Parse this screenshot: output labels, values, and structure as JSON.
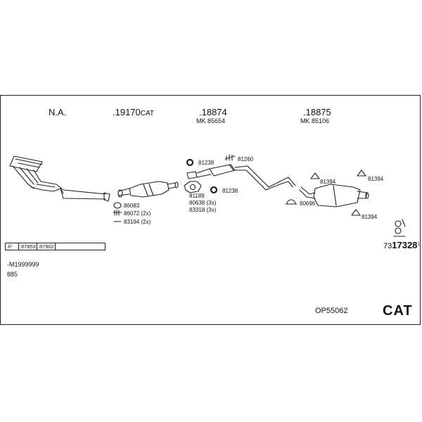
{
  "headers": [
    {
      "main": "N.A.",
      "sub": "",
      "suffix": ""
    },
    {
      "main": ".19170",
      "sub": "",
      "suffix": "CAT"
    },
    {
      "main": ".18874",
      "sub": "MK 85654",
      "suffix": ""
    },
    {
      "main": ".18875",
      "sub": "MK 85106",
      "suffix": ""
    }
  ],
  "parts": {
    "p86083": "86083",
    "p86072": "86072 (2x)",
    "p83194": "83194 (2x)",
    "p81238a": "81238",
    "p81260": "81260",
    "p81238b": "81238",
    "p81189": "81189",
    "p80638": "80638 (3x)",
    "p83318": "83318 (3x)",
    "p81394a": "81394",
    "p81394b": "81394",
    "p81394c": "81394",
    "p80696": "80696"
  },
  "ref_strip": [
    "λ¹",
    "87853",
    "87902",
    ""
  ],
  "part_code": {
    "prefix": "73",
    "main": "17328",
    "suffix": "1"
  },
  "notes": {
    "line1": "-M1999999",
    "line2": "885"
  },
  "kit_id": "OP55062",
  "kit_type": "CAT"
}
